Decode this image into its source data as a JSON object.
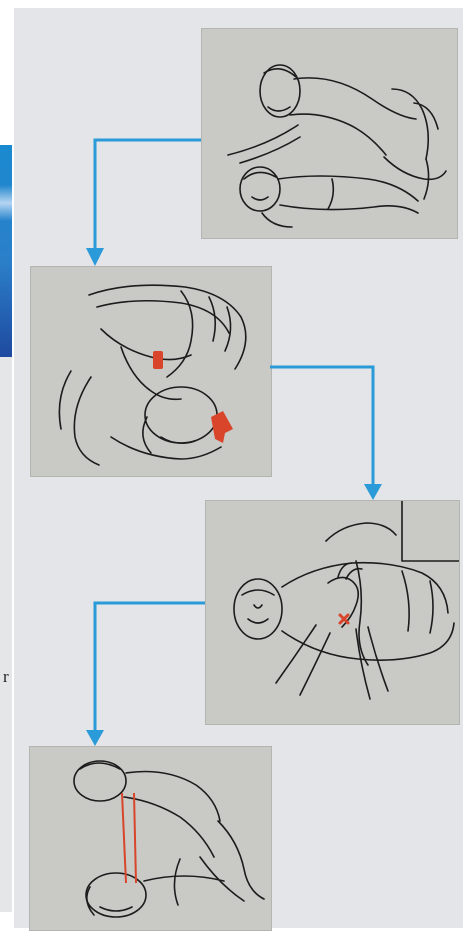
{
  "side_fragment": {
    "letter": "r"
  },
  "steps": [
    {
      "icon": "unconscious-person-check-illustration"
    },
    {
      "icon": "open-airway-head-tilt-illustration"
    },
    {
      "icon": "hand-position-chest-compression-illustration"
    },
    {
      "icon": "chest-compression-posture-illustration"
    }
  ],
  "colors": {
    "arrow": "#2a9ad8",
    "photo_bg": "#c9c9c6",
    "panel_bg": "#e3e5e8",
    "accent_red": "#d9452b",
    "sidebar_blue": "#2b7fc9"
  }
}
